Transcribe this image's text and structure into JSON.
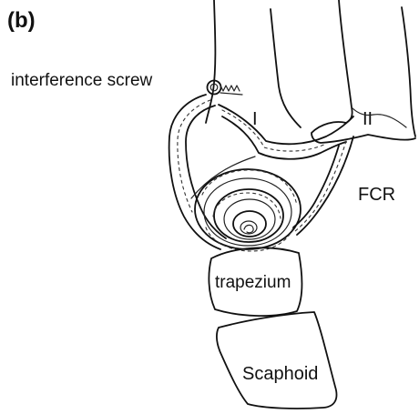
{
  "panel_label": "(b)",
  "labels": {
    "interference_screw": "interference screw",
    "metacarpal_1": "I",
    "metacarpal_2": "II",
    "fcr": "FCR",
    "trapezium": "trapezium",
    "scaphoid": "Scaphoid"
  },
  "colors": {
    "ink": "#111111",
    "background": "#ffffff"
  }
}
